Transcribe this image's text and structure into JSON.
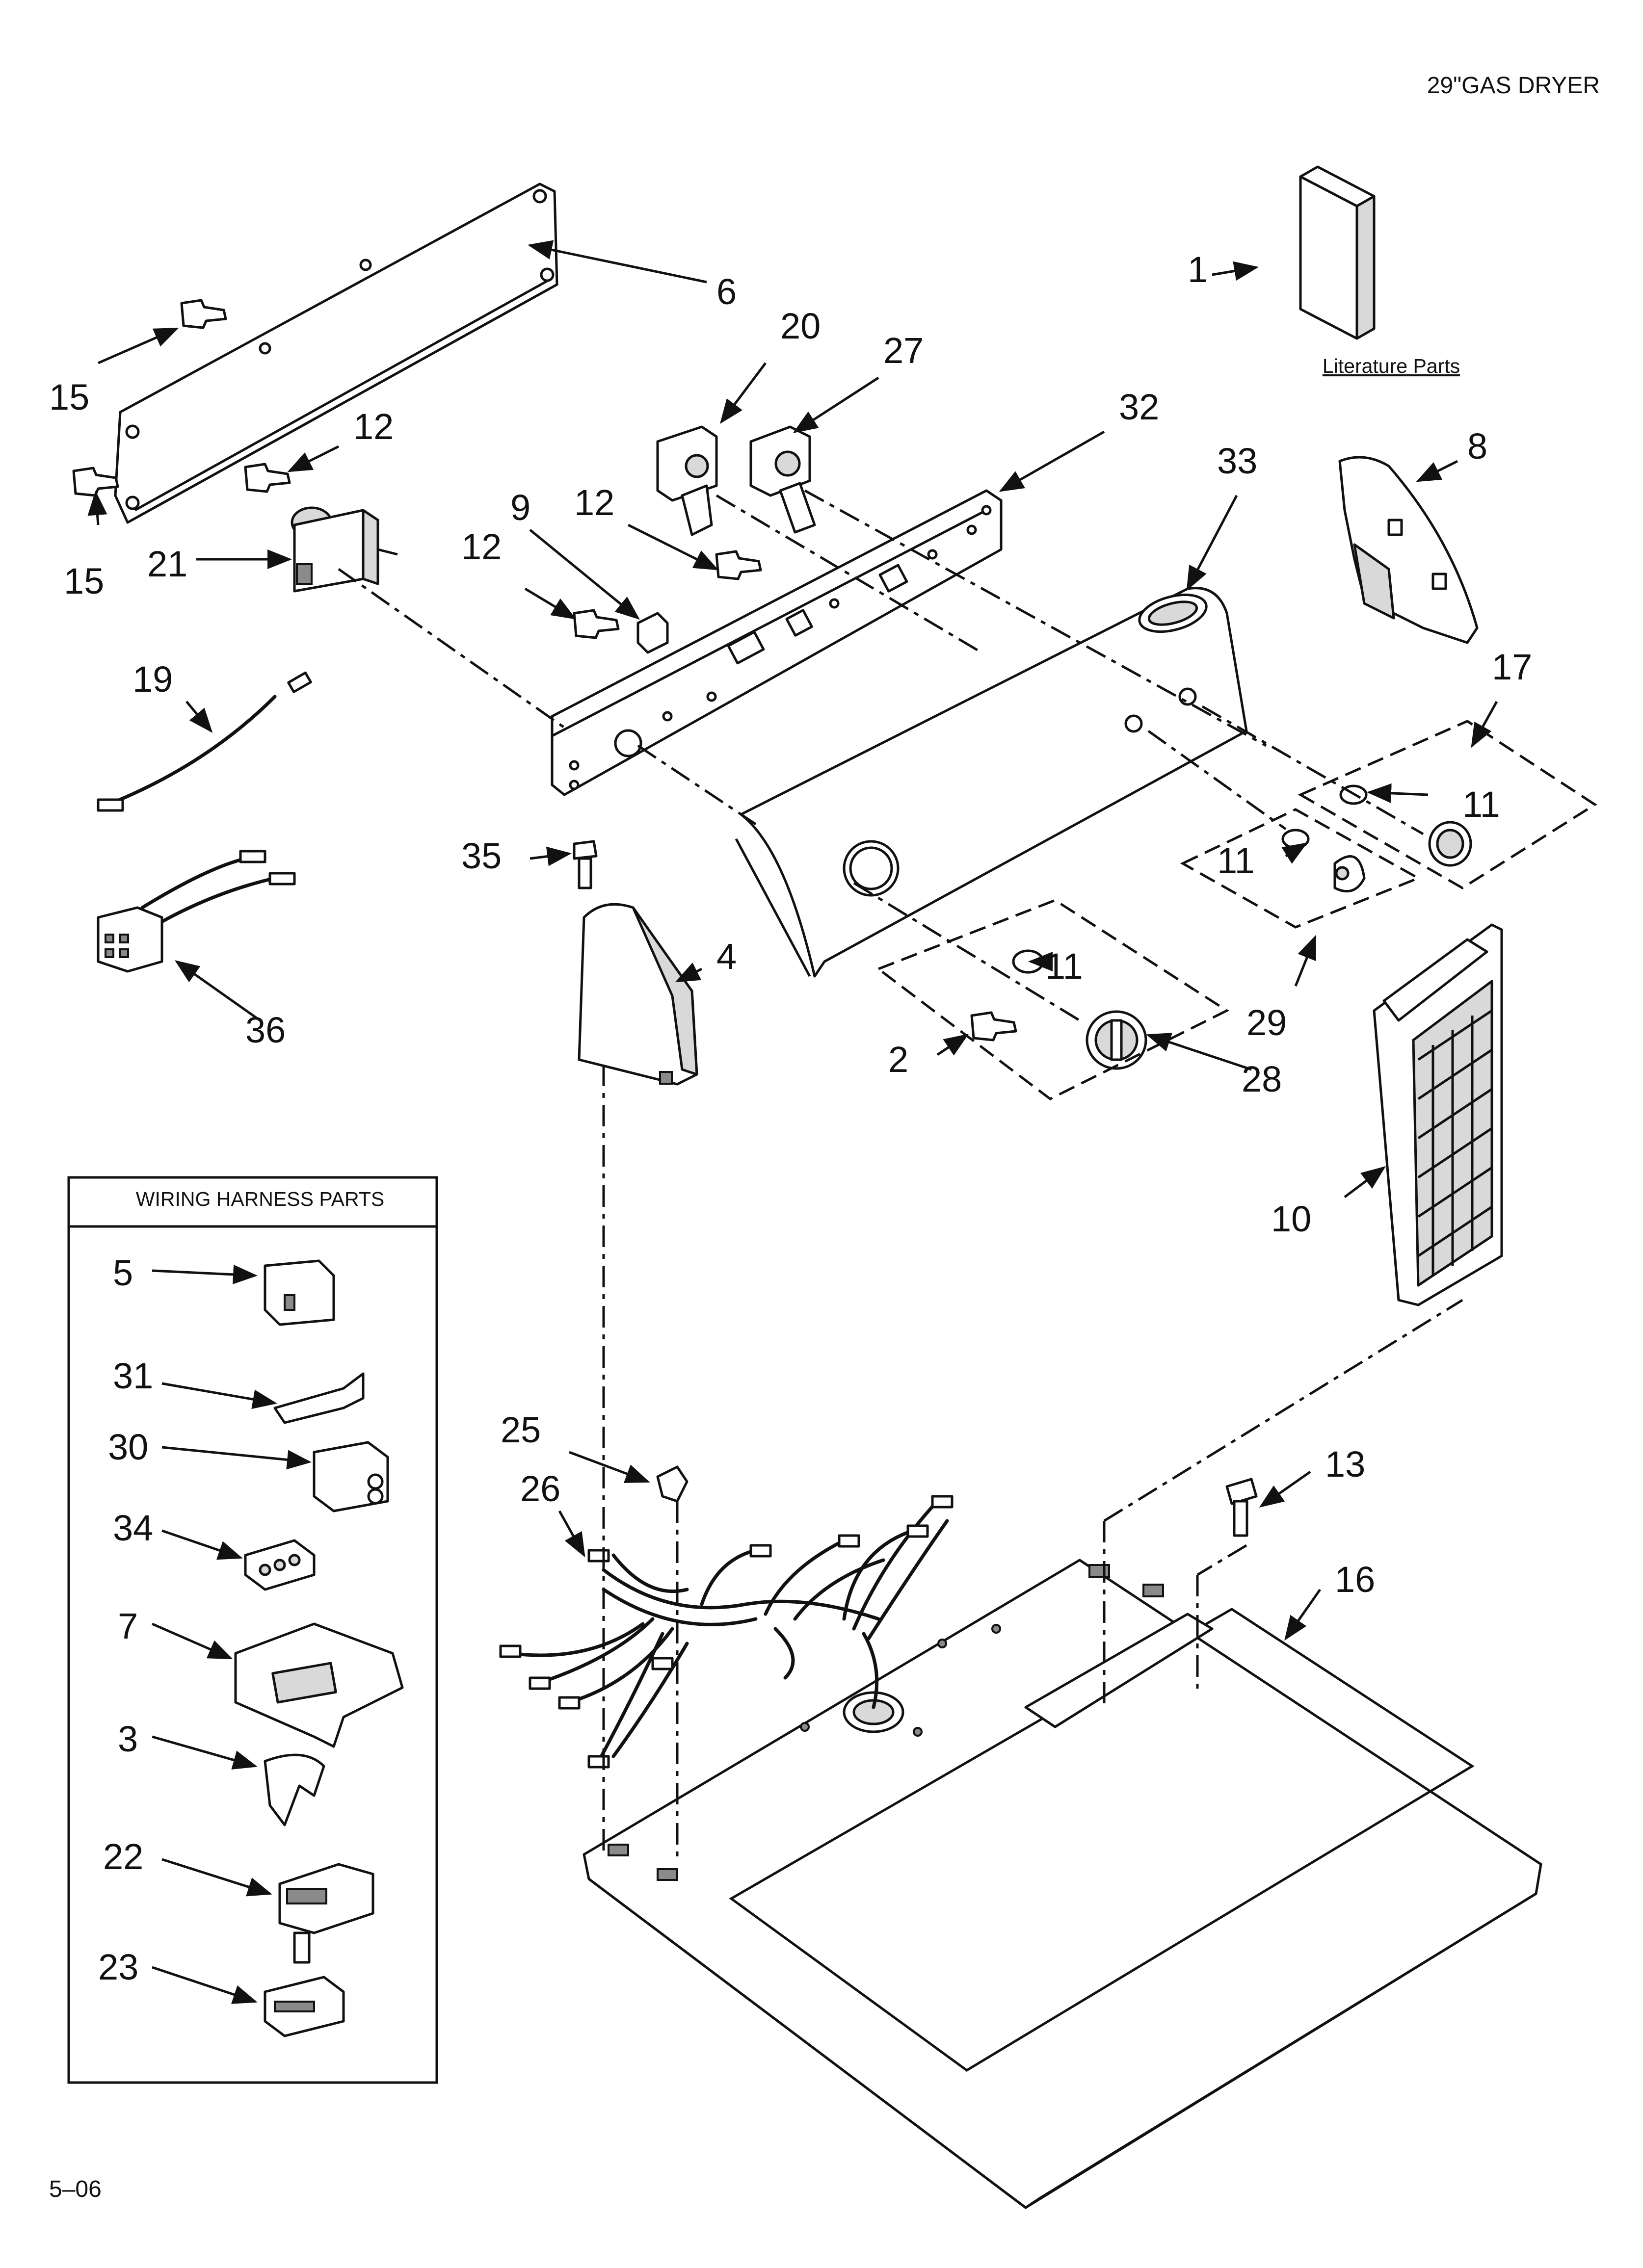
{
  "header": {
    "title": "29\"GAS DRYER"
  },
  "literature": {
    "caption": "Literature Parts"
  },
  "wiring_box": {
    "title": "WIRING HARNESS PARTS"
  },
  "footer": {
    "page": "5–06"
  },
  "callouts": {
    "c1": "1",
    "c2": "2",
    "c3": "3",
    "c4": "4",
    "c5": "5",
    "c6": "6",
    "c7": "7",
    "c8": "8",
    "c9": "9",
    "c10": "10",
    "c11a": "11",
    "c11b": "11",
    "c11c": "11",
    "c12a": "12",
    "c12b": "12",
    "c12c": "12",
    "c13": "13",
    "c15a": "15",
    "c15b": "15",
    "c16": "16",
    "c17": "17",
    "c19": "19",
    "c20": "20",
    "c21": "21",
    "c22": "22",
    "c23": "23",
    "c25": "25",
    "c26": "26",
    "c27": "27",
    "c28": "28",
    "c29": "29",
    "c30": "30",
    "c31": "31",
    "c32": "32",
    "c33": "33",
    "c34": "34",
    "c35": "35",
    "c36": "36"
  }
}
